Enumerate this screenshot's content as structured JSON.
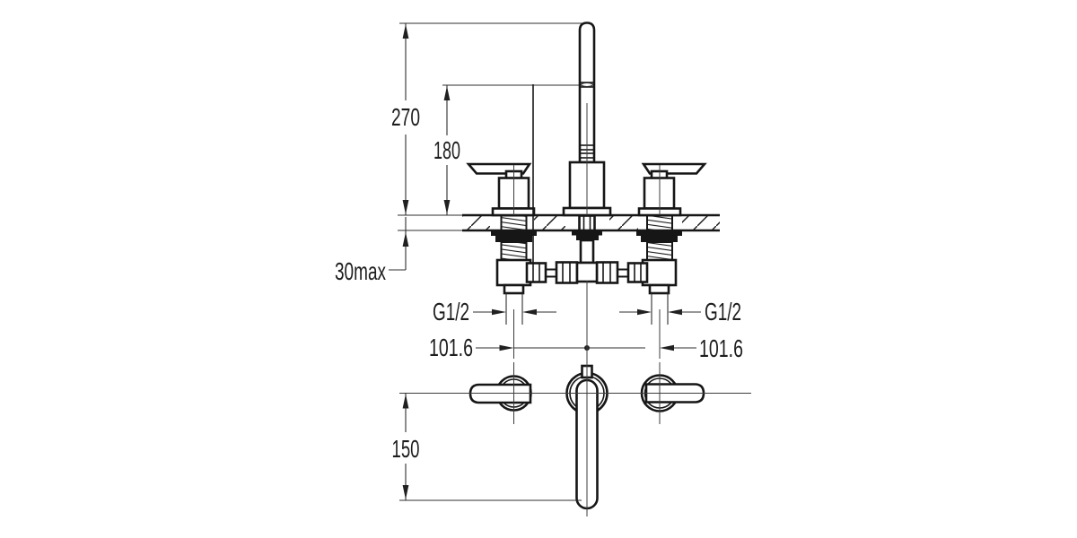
{
  "drawing": {
    "kind": "technical-dimension-drawing",
    "subject": "deck-mounted-3-hole-basin-mixer",
    "line_color": "#161616",
    "background_color": "#ffffff",
    "labels": {
      "overall_height": "270",
      "spout_outlet_height": "180",
      "deck_thickness_max": "30max",
      "inlet_thread_left": "G1/2",
      "inlet_thread_right": "G1/2",
      "hole_spacing_left": "101.6",
      "hole_spacing_right": "101.6",
      "spout_reach": "150"
    }
  }
}
